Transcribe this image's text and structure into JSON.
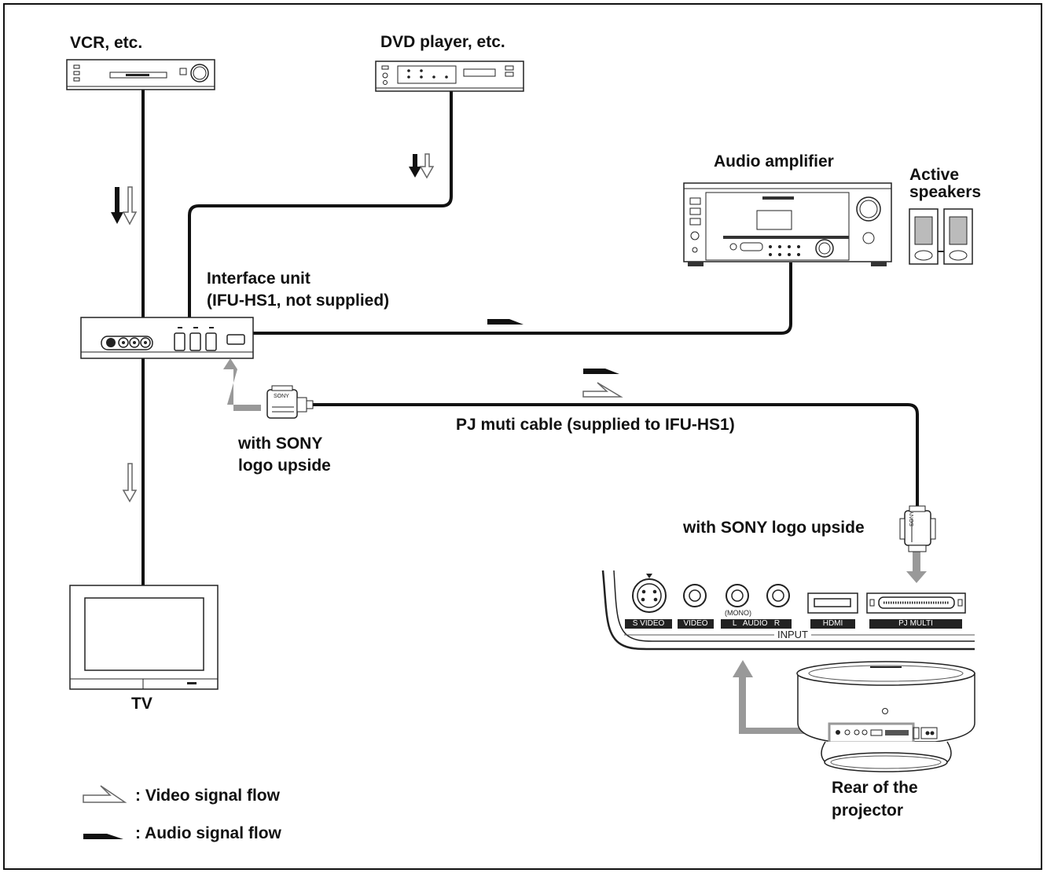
{
  "labels": {
    "vcr": "VCR, etc.",
    "dvd": "DVD player, etc.",
    "amplifier": "Audio amplifier",
    "speakers": "Active\nspeakers",
    "interface_unit": "Interface unit\n(IFU-HS1, not supplied)",
    "sony_logo_left": "with SONY\nlogo upside",
    "pj_cable": "PJ muti cable (supplied to IFU-HS1)",
    "sony_logo_right": "with SONY logo upside",
    "tv": "TV",
    "rear_projector": "Rear of the\nprojector"
  },
  "panel": {
    "s_video": "S VIDEO",
    "video": "VIDEO",
    "audio": "L   AUDIO   R",
    "mono": "(MONO)",
    "hdmi": "HDMI",
    "pj_multi": "PJ MULTI",
    "input": "INPUT"
  },
  "connector_brand": "SONY",
  "legend": {
    "video": ": Video signal flow",
    "audio": ": Audio signal flow"
  }
}
